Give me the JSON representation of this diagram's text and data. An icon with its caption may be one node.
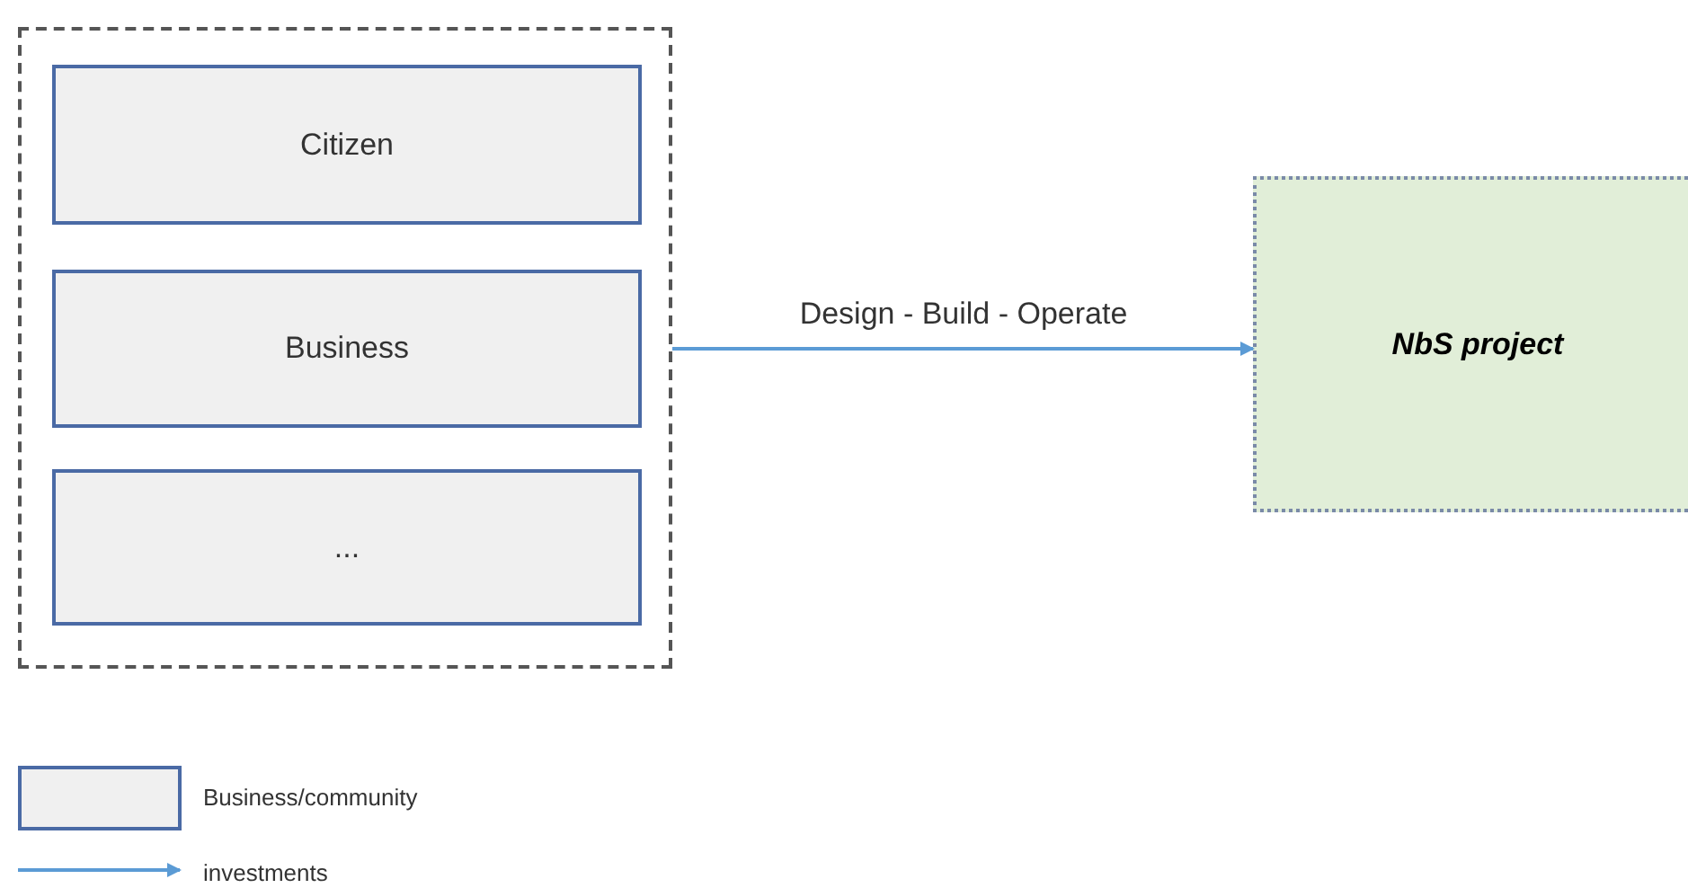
{
  "diagram": {
    "nodes": [
      {
        "text": [],
        "shape": "box"
      },
      {
        "text": [
          "Citizen"
        ],
        "in": 0
      },
      {
        "text": [
          "Business"
        ],
        "in": 0
      },
      {
        "text": [
          "..."
        ],
        "in": 0
      },
      {
        "text": [
          "NbS project"
        ]
      }
    ],
    "edges": [
      {
        "from": 0,
        "to": 4,
        "arrow": "to",
        "label": "Design - Build - Operate"
      }
    ],
    "legend": [
      {
        "text": "Business/community"
      },
      {
        "text": "investments"
      }
    ]
  }
}
